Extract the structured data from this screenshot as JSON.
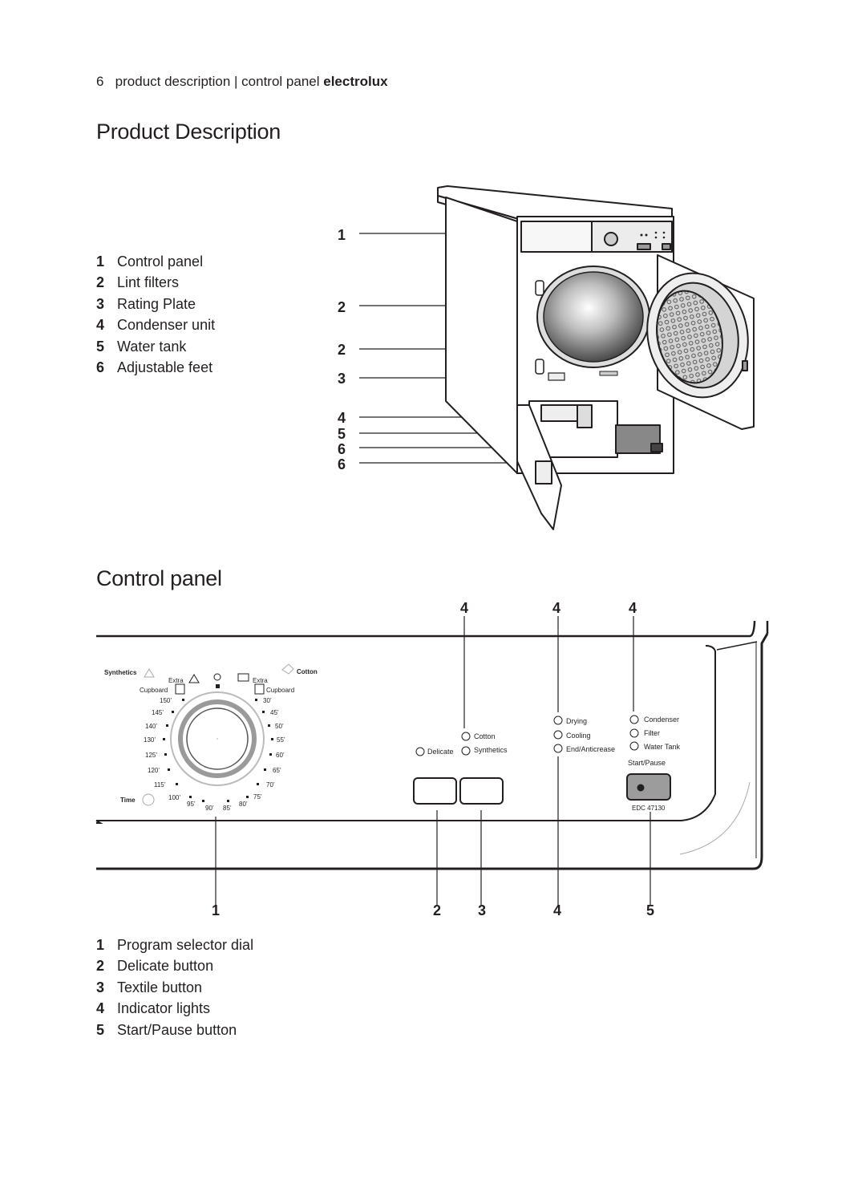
{
  "header": {
    "page_number": "6",
    "text": "product description | control panel",
    "brand": "electrolux"
  },
  "product_description": {
    "title": "Product Description",
    "legend": [
      {
        "num": "1",
        "label": "Control panel"
      },
      {
        "num": "2",
        "label": "Lint filters"
      },
      {
        "num": "3",
        "label": "Rating Plate"
      },
      {
        "num": "4",
        "label": "Condenser unit"
      },
      {
        "num": "5",
        "label": "Water tank"
      },
      {
        "num": "6",
        "label": "Adjustable feet"
      }
    ],
    "callouts": [
      "1",
      "2",
      "2",
      "3",
      "4",
      "5",
      "6",
      "6"
    ]
  },
  "control_panel": {
    "title": "Control panel",
    "legend": [
      {
        "num": "1",
        "label": "Program selector dial"
      },
      {
        "num": "2",
        "label": "Delicate button"
      },
      {
        "num": "3",
        "label": "Textile button"
      },
      {
        "num": "4",
        "label": "Indicator lights"
      },
      {
        "num": "5",
        "label": "Start/Pause button"
      }
    ],
    "top_callouts": [
      "4",
      "4",
      "4"
    ],
    "bottom_callouts": [
      "1",
      "2",
      "3",
      "4",
      "5"
    ],
    "dial": {
      "synthetics": "Synthetics",
      "cotton": "Cotton",
      "extra_left": "Extra",
      "extra_right": "Extra",
      "cupboard_left": "Cupboard",
      "cupboard_right": "Cupboard",
      "time": "Time",
      "left_times": [
        "150’",
        "145’",
        "140’",
        "130’",
        "125’",
        "120’",
        "115’",
        "100’"
      ],
      "right_times": [
        "30’",
        "45’",
        "50’",
        "55’",
        "60’",
        "65’",
        "70’",
        "75’"
      ],
      "bottom_times": [
        "95’",
        "90’",
        "85’",
        "80’"
      ]
    },
    "buttons": {
      "cotton": "Cotton",
      "delicate": "Delicate",
      "synthetics": "Synthetics"
    },
    "indicators": {
      "drying": "Drying",
      "cooling": "Cooling",
      "end_anticrease": "End/Anticrease",
      "condenser": "Condenser",
      "filter": "Filter",
      "water_tank": "Water Tank",
      "start_pause": "Start/Pause",
      "model": "EDC 47130"
    }
  }
}
